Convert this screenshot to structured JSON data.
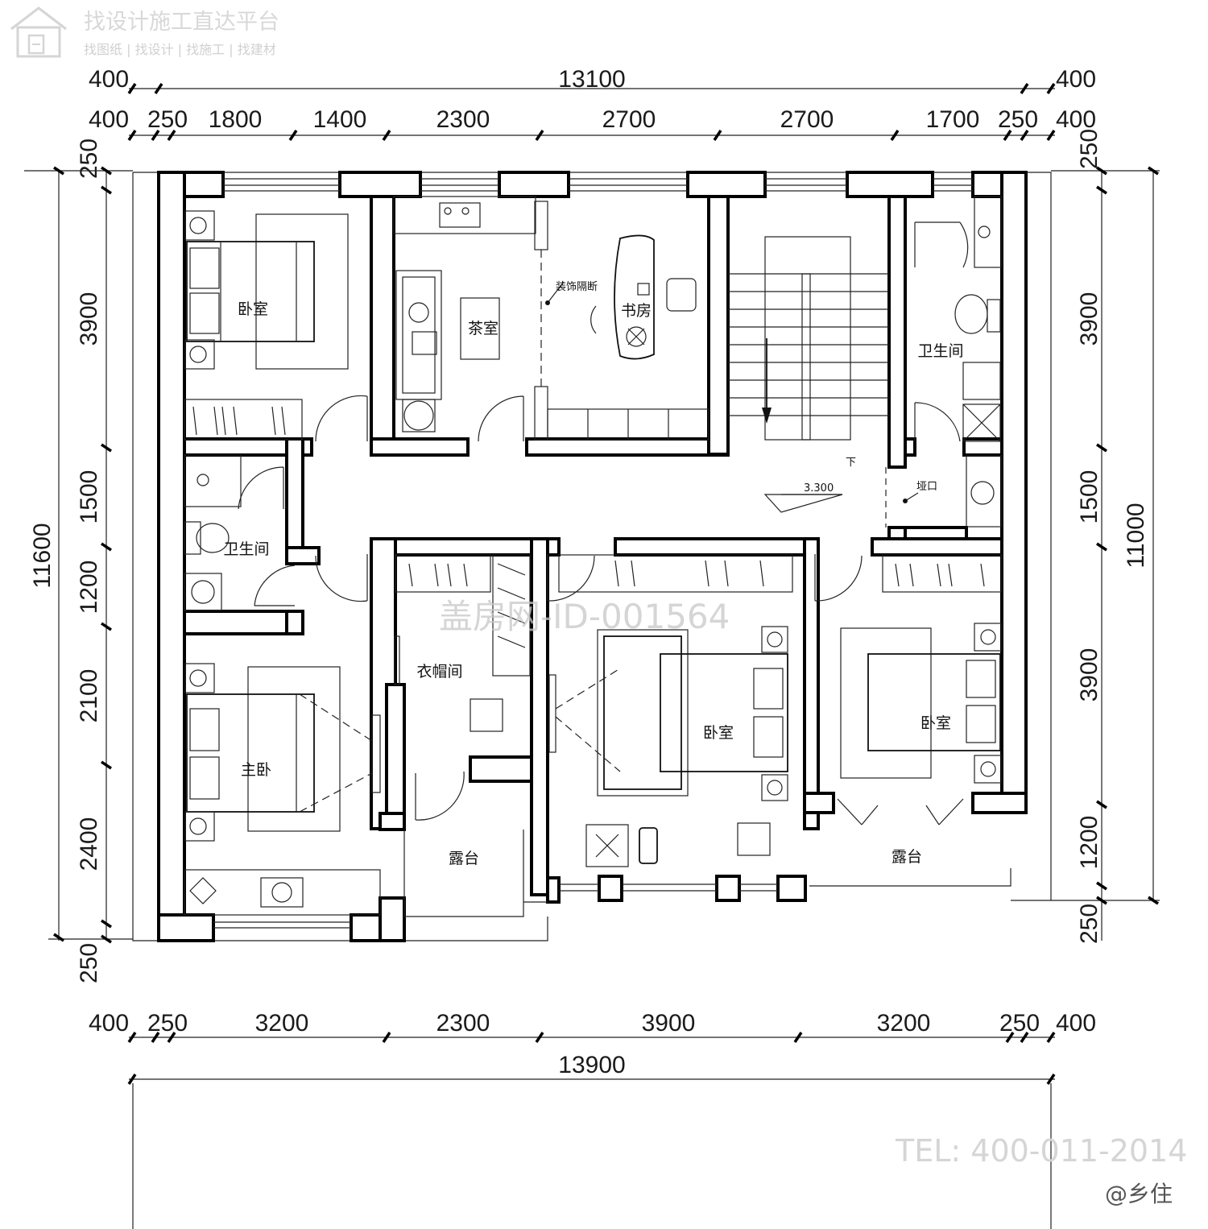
{
  "brand": {
    "title": "找设计施工直达平台",
    "subtitle": "找图纸 | 找设计 | 找施工 | 找建材",
    "logo_icon": "house-logo-icon"
  },
  "dimensions": {
    "top_overall": [
      "400",
      "13100",
      "400"
    ],
    "top_segments": [
      "400",
      "250",
      "1800",
      "1400",
      "2300",
      "2700",
      "2700",
      "1700",
      "250",
      "400"
    ],
    "bottom_segments": [
      "400",
      "250",
      "3200",
      "2300",
      "3900",
      "3200",
      "250",
      "400"
    ],
    "bottom_overall": "13900",
    "left_segments": [
      "250",
      "3900",
      "1500",
      "1200",
      "2100",
      "2400",
      "250"
    ],
    "left_overall": "11600",
    "right_segments": [
      "250",
      "3900",
      "1500",
      "3900",
      "1200",
      "250"
    ],
    "right_overall": "11000"
  },
  "rooms": {
    "bedroom_nw": "卧室",
    "tea_room": "茶室",
    "partition": "装饰隔断",
    "study": "书房",
    "bath_ne": "卫生间",
    "bath_w": "卫生间",
    "cloakroom": "衣帽间",
    "master_bedroom": "主卧",
    "bedroom_center": "卧室",
    "bedroom_se": "卧室",
    "terrace_left": "露台",
    "terrace_right": "露台",
    "stairs_down": "下",
    "opening": "垭口",
    "elevation": "3.300"
  },
  "watermark": "盖房网-ID-001564",
  "contact": {
    "tel": "TEL: 400-011-2014",
    "handle": "@乡住"
  }
}
